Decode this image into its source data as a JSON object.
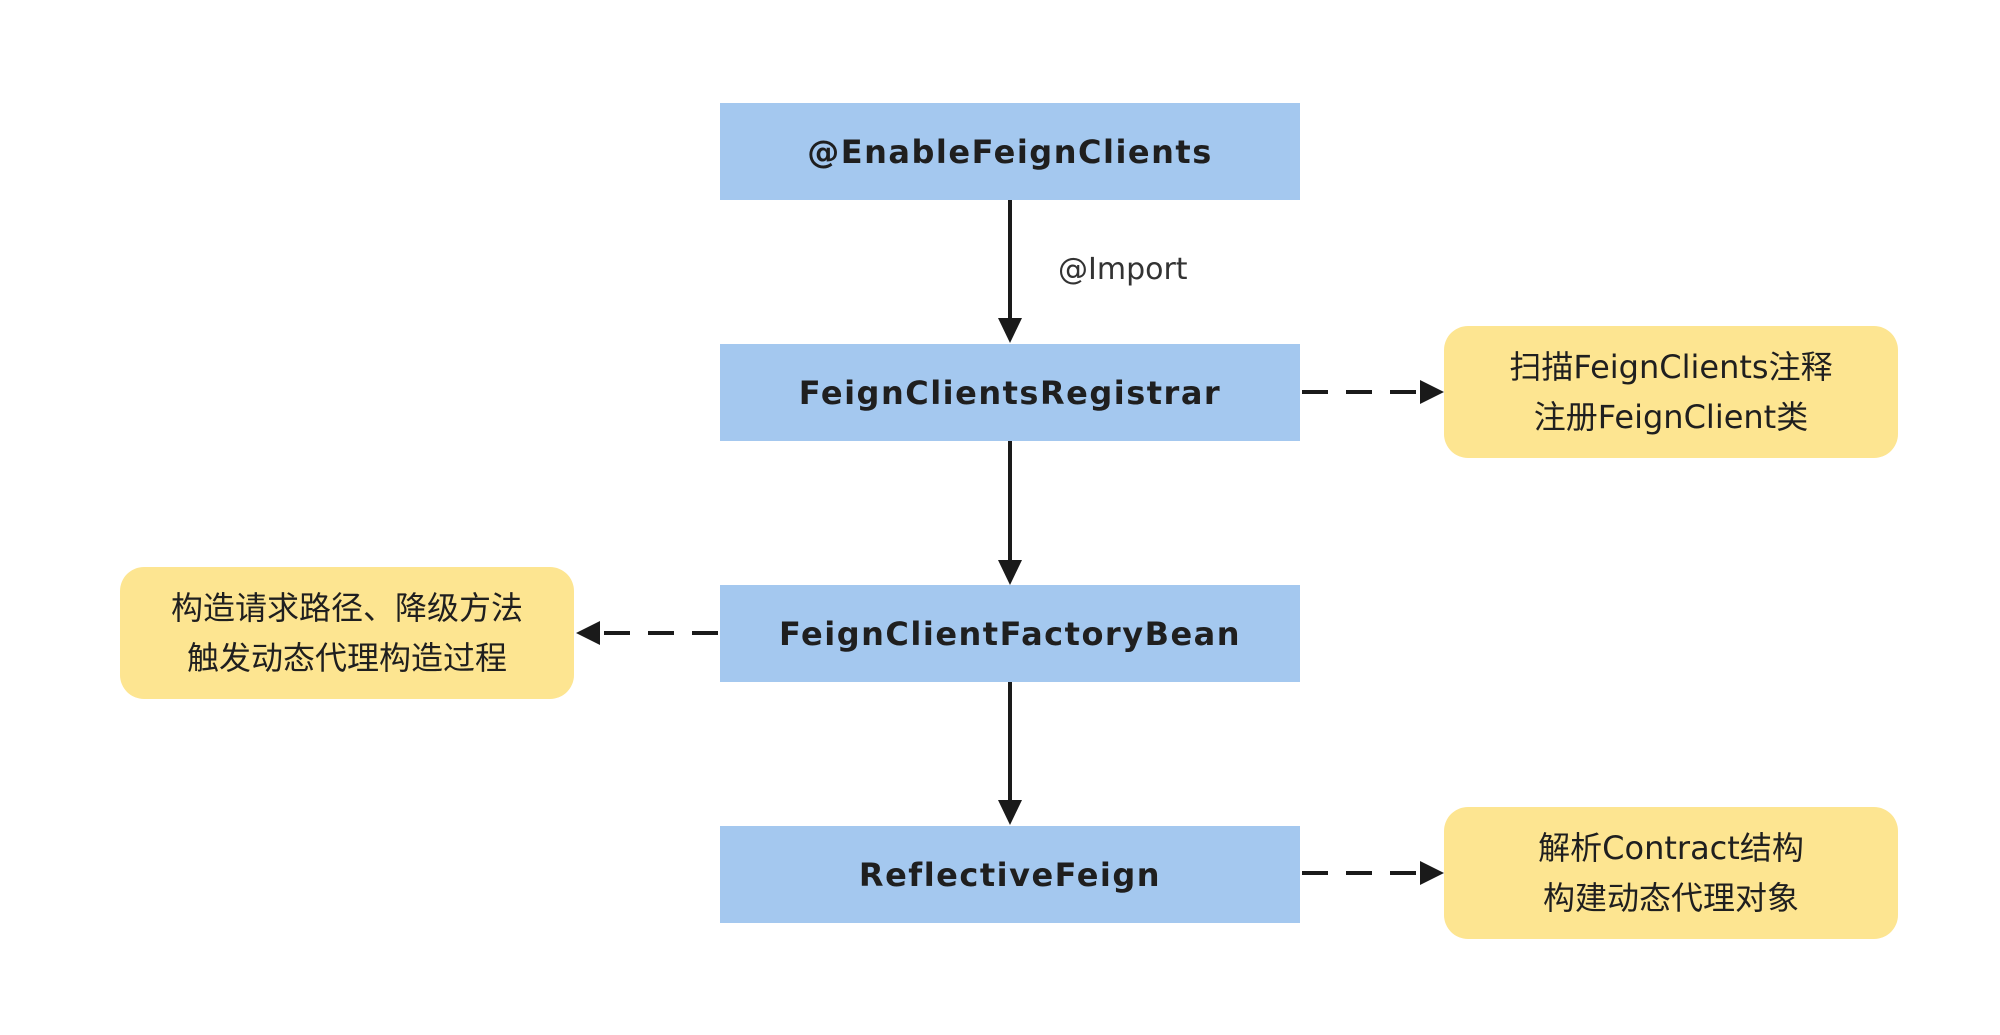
{
  "diagram": {
    "nodes": [
      {
        "id": "enable",
        "label": "@EnableFeignClients"
      },
      {
        "id": "registrar",
        "label": "FeignClientsRegistrar"
      },
      {
        "id": "factory",
        "label": "FeignClientFactoryBean"
      },
      {
        "id": "reflective",
        "label": "ReflectiveFeign"
      }
    ],
    "edges": [
      {
        "from": "enable",
        "to": "registrar",
        "label": "@Import",
        "style": "solid"
      },
      {
        "from": "registrar",
        "to": "factory",
        "label": "",
        "style": "solid"
      },
      {
        "from": "factory",
        "to": "reflective",
        "label": "",
        "style": "solid"
      }
    ],
    "notes": [
      {
        "id": "registrar-note",
        "attached_to": "registrar",
        "side": "right",
        "lines": [
          "扫描FeignClients注释",
          "注册FeignClient类"
        ]
      },
      {
        "id": "factory-note",
        "attached_to": "factory",
        "side": "left",
        "lines": [
          "构造请求路径、降级方法",
          "触发动态代理构造过程"
        ]
      },
      {
        "id": "reflective-note",
        "attached_to": "reflective",
        "side": "right",
        "lines": [
          "解析Contract结构",
          "构建动态代理对象"
        ]
      }
    ]
  },
  "colors": {
    "node_fill": "#a4c8ef",
    "note_fill": "#fde591",
    "line": "#1a1a1a"
  }
}
